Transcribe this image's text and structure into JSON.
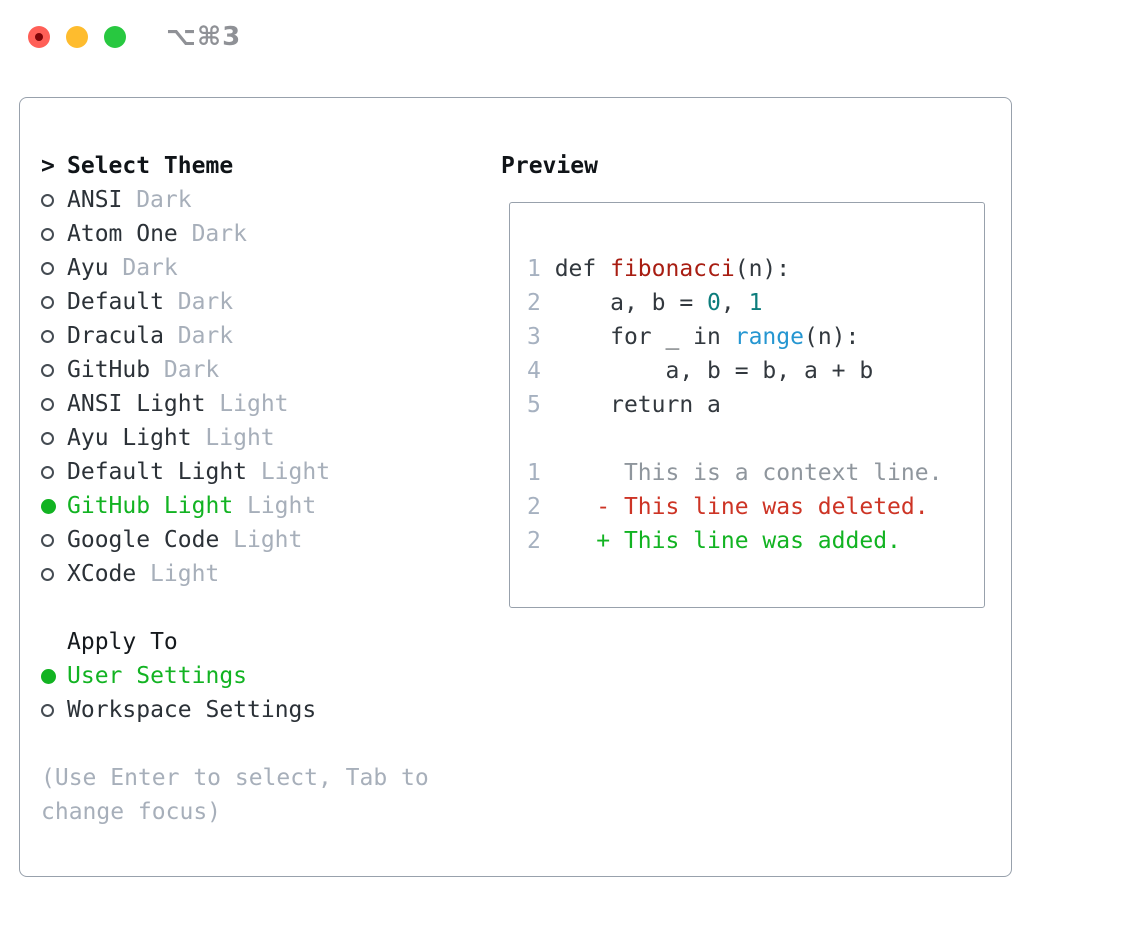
{
  "window": {
    "title": "⌥⌘3"
  },
  "theme_picker": {
    "cursor": ">",
    "header": "Select Theme",
    "themes": [
      {
        "name": "ANSI",
        "variant": "Dark",
        "selected": false
      },
      {
        "name": "Atom One",
        "variant": "Dark",
        "selected": false
      },
      {
        "name": "Ayu",
        "variant": "Dark",
        "selected": false
      },
      {
        "name": "Default",
        "variant": "Dark",
        "selected": false
      },
      {
        "name": "Dracula",
        "variant": "Dark",
        "selected": false
      },
      {
        "name": "GitHub",
        "variant": "Dark",
        "selected": false
      },
      {
        "name": "ANSI Light",
        "variant": "Light",
        "selected": false
      },
      {
        "name": "Ayu Light",
        "variant": "Light",
        "selected": false
      },
      {
        "name": "Default Light",
        "variant": "Light",
        "selected": false
      },
      {
        "name": "GitHub Light",
        "variant": "Light",
        "selected": true
      },
      {
        "name": "Google Code",
        "variant": "Light",
        "selected": false
      },
      {
        "name": "XCode",
        "variant": "Light",
        "selected": false
      }
    ],
    "apply_to": {
      "header": "Apply To",
      "options": [
        {
          "label": "User Settings",
          "selected": true
        },
        {
          "label": "Workspace Settings",
          "selected": false
        }
      ]
    },
    "help_text": "(Use Enter to select, Tab to change focus)"
  },
  "preview": {
    "header": "Preview",
    "code_lines": [
      {
        "num": "1",
        "tokens": [
          [
            "def ",
            "code"
          ],
          [
            "fibonacci",
            "func"
          ],
          [
            "(n):",
            "code"
          ]
        ]
      },
      {
        "num": "2",
        "tokens": [
          [
            "    a, b = ",
            "code"
          ],
          [
            "0",
            "num"
          ],
          [
            ", ",
            "code"
          ],
          [
            "1",
            "num"
          ]
        ]
      },
      {
        "num": "3",
        "tokens": [
          [
            "    for _ in ",
            "code"
          ],
          [
            "range",
            "builtin"
          ],
          [
            "(n):",
            "code"
          ]
        ]
      },
      {
        "num": "4",
        "tokens": [
          [
            "        a, b = b, a + b",
            "code"
          ]
        ]
      },
      {
        "num": "5",
        "tokens": [
          [
            "    return a",
            "code"
          ]
        ]
      }
    ],
    "diff_lines": [
      {
        "num": "1",
        "marker": "",
        "text": "This is a context line.",
        "type": "context"
      },
      {
        "num": "2",
        "marker": "-",
        "text": "This line was deleted.",
        "type": "deleted"
      },
      {
        "num": "2",
        "marker": "+",
        "text": "This line was added.",
        "type": "added"
      }
    ]
  },
  "colors": {
    "accent_green": "#12b322",
    "deleted_red": "#cd3425",
    "function_red": "#a81d12",
    "number_teal": "#0d7d7c",
    "builtin_blue": "#2596d1",
    "muted_gray": "#a7afba",
    "context_gray": "#8f969d",
    "line_number_gray": "#a6b1c0",
    "border_gray": "#98a1ac",
    "text_dark": "#2b3137",
    "traffic_red": "#ff5f57",
    "traffic_yellow": "#febc2e",
    "traffic_green": "#28c840"
  }
}
